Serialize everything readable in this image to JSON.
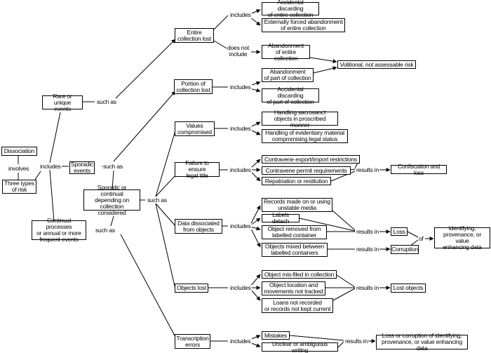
{
  "nodes": {
    "dissociation": "Dissociation",
    "three_types": "Three types\nof risk",
    "rare_events": "Rare or unique\nevents",
    "sporadic_events": "Sporadic\nevents",
    "sporadic_continual": "Sporadic or continual\ndepending on\ncollection considered",
    "continual": "Continual processes\nor annual or more\nfrequent events",
    "entire_lost": "Entire\ncollection lost",
    "portion_lost": "Portion of\ncollection lost",
    "values_compromised": "Values\ncompromised",
    "failure_legal": "Failure to ensure\nlegal title",
    "data_dissociated": "Data dissociated\nfrom objects",
    "objects_lost": "Objects lost",
    "transcription_errors": "Transcription\nerrors",
    "accidental_entire": "Accidental discarding\nof entire collection",
    "external_forced": "Externally forced abandonment\nof entire collection",
    "abandon_entire": "Abandonment\nof entire collection",
    "volitional": "Volitional, not assessable risk",
    "abandon_part": "Abandonment\nof part of collection",
    "accidental_part": "Accidental discarding\nof part of collection",
    "handling_sacrosanct": "Handling sacrosanct\nobjects in proscribed manner",
    "handling_evidentiary": "Handling of evidentiary material\ncompromising legal status",
    "contravene_export": "Contravene export/import restrictions",
    "contravene_permit": "Contravene permit requirements",
    "repatriation": "Repatriation or restitution",
    "confiscation": "Confiscation and loss",
    "records_unstable": "Records made on or using\nunstable media",
    "labels_detach": "Labels detach",
    "object_removed": "Object removed from\nlabelled container",
    "objects_mixed": "Objects mixed between\nlabelled containers",
    "loss": "Loss",
    "corruption": "Corruption",
    "identifying_data": "Identifying,\nprovenance, or value\nenhancing data",
    "misfiled": "Object mis-filed in collection",
    "location_untracked": "Object location and\nmovements not tracked",
    "loans_unrecorded": "Loans not recorded\nor records not kept current",
    "lost_objects": "Lost objects",
    "mistakes": "Mistakes",
    "unclear_writing": "Unclear or ambiguous writing",
    "loss_corruption_data": "Loss or corruption of identifying,\nprovenance, or value enhancing data"
  },
  "labels": {
    "involves": "involves",
    "includes": "includes",
    "such_as": "such as",
    "does_not_include": "does not\ninclude",
    "results_in": "results in",
    "of": "of"
  }
}
